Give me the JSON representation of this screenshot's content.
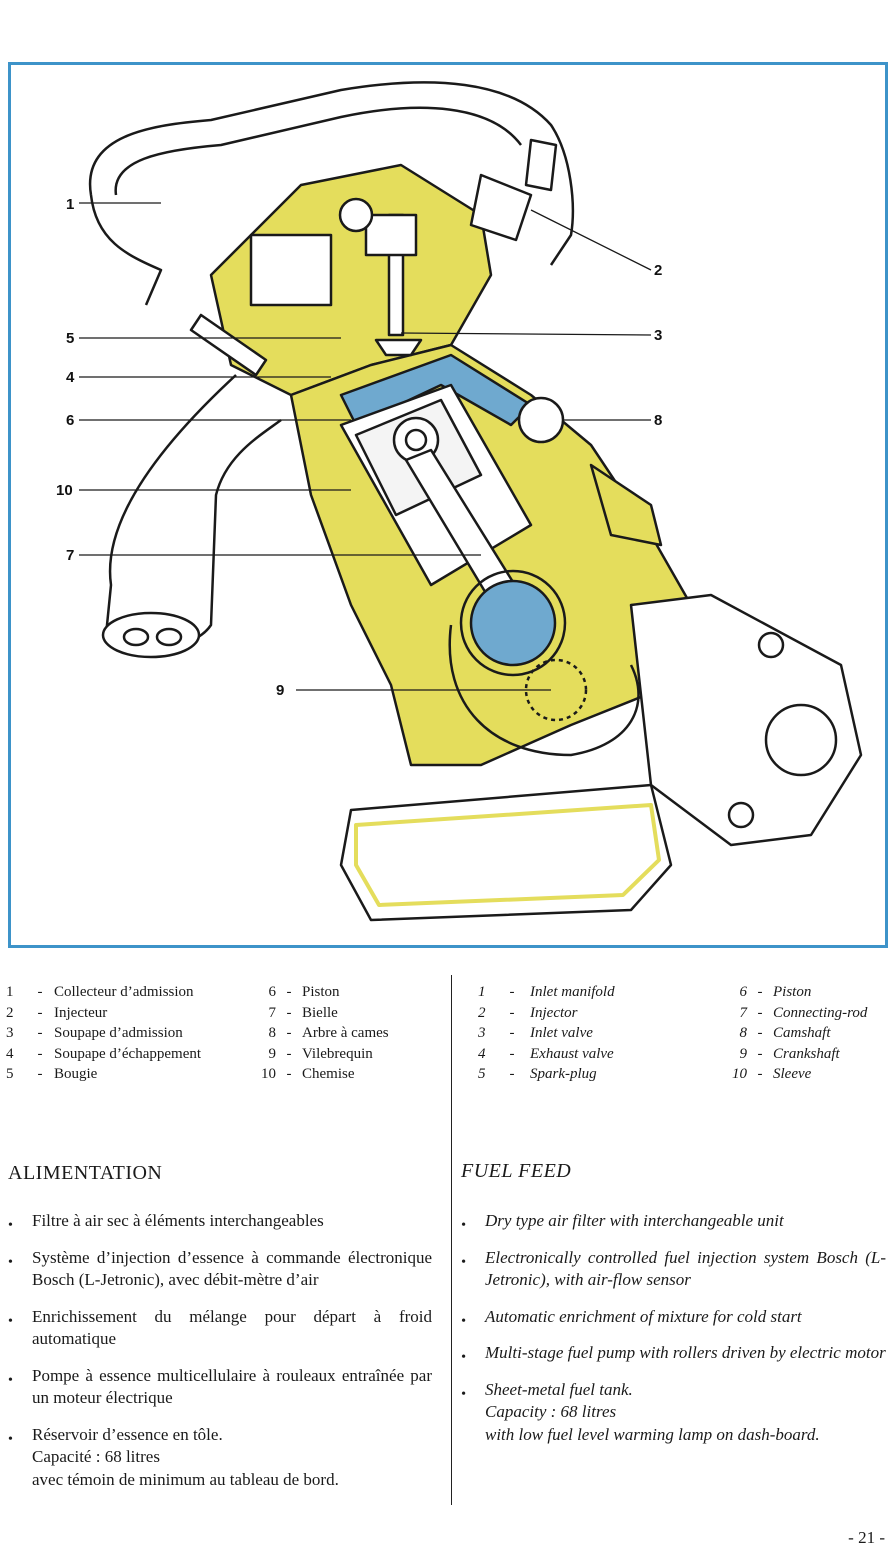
{
  "diagram": {
    "callouts": [
      {
        "id": "callout-1",
        "label": "1"
      },
      {
        "id": "callout-2",
        "label": "2"
      },
      {
        "id": "callout-3",
        "label": "3"
      },
      {
        "id": "callout-4",
        "label": "4"
      },
      {
        "id": "callout-5",
        "label": "5"
      },
      {
        "id": "callout-6",
        "label": "6"
      },
      {
        "id": "callout-7",
        "label": "7"
      },
      {
        "id": "callout-8",
        "label": "8"
      },
      {
        "id": "callout-9",
        "label": "9"
      },
      {
        "id": "callout-10",
        "label": "10"
      }
    ],
    "colors": {
      "frame": "#3d93c9",
      "casting": "#e4dd5c",
      "water_jacket": "#6fa9cf",
      "outline": "#1a1a1a"
    }
  },
  "legend_fr": {
    "col1": [
      {
        "num": "1",
        "label": "Collecteur d’admission"
      },
      {
        "num": "2",
        "label": "Injecteur"
      },
      {
        "num": "3",
        "label": "Soupape d’admission"
      },
      {
        "num": "4",
        "label": "Soupape d’échappement"
      },
      {
        "num": "5",
        "label": "Bougie"
      }
    ],
    "col2": [
      {
        "num": "6",
        "label": "Piston"
      },
      {
        "num": "7",
        "label": "Bielle"
      },
      {
        "num": "8",
        "label": "Arbre à cames"
      },
      {
        "num": "9",
        "label": "Vilebrequin"
      },
      {
        "num": "10",
        "label": "Chemise"
      }
    ]
  },
  "legend_en": {
    "col1": [
      {
        "num": "1",
        "label": "Inlet manifold"
      },
      {
        "num": "2",
        "label": "Injector"
      },
      {
        "num": "3",
        "label": "Inlet valve"
      },
      {
        "num": "4",
        "label": "Exhaust valve"
      },
      {
        "num": "5",
        "label": "Spark-plug"
      }
    ],
    "col2": [
      {
        "num": "6",
        "label": "Piston"
      },
      {
        "num": "7",
        "label": "Connecting-rod"
      },
      {
        "num": "8",
        "label": "Camshaft"
      },
      {
        "num": "9",
        "label": "Crankshaft"
      },
      {
        "num": "10",
        "label": "Sleeve"
      }
    ]
  },
  "dash": "-",
  "bullet_glyph": "•",
  "section_fr": {
    "title": "ALIMENTATION",
    "items": [
      {
        "lines": [
          "Filtre à air sec à éléments interchangeables"
        ]
      },
      {
        "lines": [
          "Système d’injection d’essence à commande électronique Bosch (L-Jetronic), avec débit-mètre d’air"
        ]
      },
      {
        "lines": [
          "Enrichissement du mélange pour départ à froid automatique"
        ]
      },
      {
        "lines": [
          "Pompe à essence multicellulaire à rouleaux entraînée par un moteur électrique"
        ]
      },
      {
        "lines": [
          "Réservoir d’essence en tôle.",
          "Capacité : 68 litres",
          "avec témoin de minimum au tableau de bord."
        ]
      }
    ]
  },
  "section_en": {
    "title": "FUEL FEED",
    "items": [
      {
        "lines": [
          "Dry type air filter with interchangeable unit"
        ]
      },
      {
        "lines": [
          "Electronically controlled fuel injection system Bosch (L-Jetronic), with air-flow sensor"
        ]
      },
      {
        "lines": [
          "Automatic enrichment of mixture for cold start"
        ]
      },
      {
        "lines": [
          "Multi-stage fuel pump with rollers driven by electric motor"
        ]
      },
      {
        "lines": [
          "Sheet-metal fuel tank.",
          "Capacity : 68 litres",
          "with low fuel level warming lamp on dash-board."
        ]
      }
    ]
  },
  "page_number": "- 21 -"
}
